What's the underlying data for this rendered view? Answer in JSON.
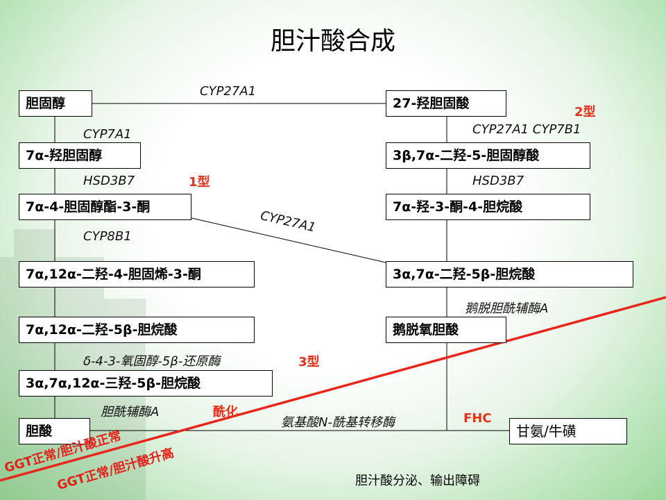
{
  "title": "胆汁酸合成",
  "boxes": {
    "cholesterol": "胆固醇",
    "hydroxy7a_chol": "7α-羟胆固醇",
    "hydroxy7a_4_en_3_one": "7α-4-胆固醇酯-3-酮",
    "dihydroxy_en_one": "7α,12α-二羟-4-胆固烯-3-酮",
    "dihydroxy_cholanoic": "7α,12α-二羟-5β-胆烷酸",
    "trihydroxy_cholanoic": "3α,7α,12α-三羟-5β-胆烷酸",
    "cholic_acid": "胆酸",
    "hydroxy27_chol": "27-羟胆固酸",
    "dihydroxy_3b7a": "3β,7α-二羟-5-胆固醇酸",
    "hydroxy_oxo_cholenoic": "7α-羟-3-酮-4-胆烷酸",
    "dihydroxy_3a7a": "3α,7α-二羟-5β-胆烷酸",
    "cdca": "鹅脱氧胆酸",
    "glycine_taurine": "甘氨/牛磺"
  },
  "enzymes": {
    "cyp27a1_top": "CYP27A1",
    "cyp7a1": "CYP7A1",
    "hsd3b7_left": "HSD3B7",
    "cyp27a1_diag": "CYP27A1",
    "cyp8b1": "CYP8B1",
    "delta_reductase": "δ-4-3-氧固醇-5β-还原酶",
    "bile_acid_coa": "胆酰辅酶A",
    "cyp27a1_cyp7b1": "CYP27A1 CYP7B1",
    "hsd3b7_right": "HSD3B7",
    "cdca_coa": "鹅脱胆酰辅酶A",
    "amino_transferase": "氨基酸N-酰基转移酶"
  },
  "types": {
    "type1": "1型",
    "type2": "2型",
    "type3": "3型",
    "acylation": "酰化",
    "fhc": "FHC"
  },
  "ggt": {
    "normal": "GGT正常/胆汁酸正常",
    "elevated": "GGT正常/胆汁酸升高"
  },
  "footer_note": "胆汁酸分泌、输出障碍",
  "colors": {
    "accent_red": "#e3311a",
    "line_red": "#e8261c",
    "bg_green": "#9bd99b"
  }
}
